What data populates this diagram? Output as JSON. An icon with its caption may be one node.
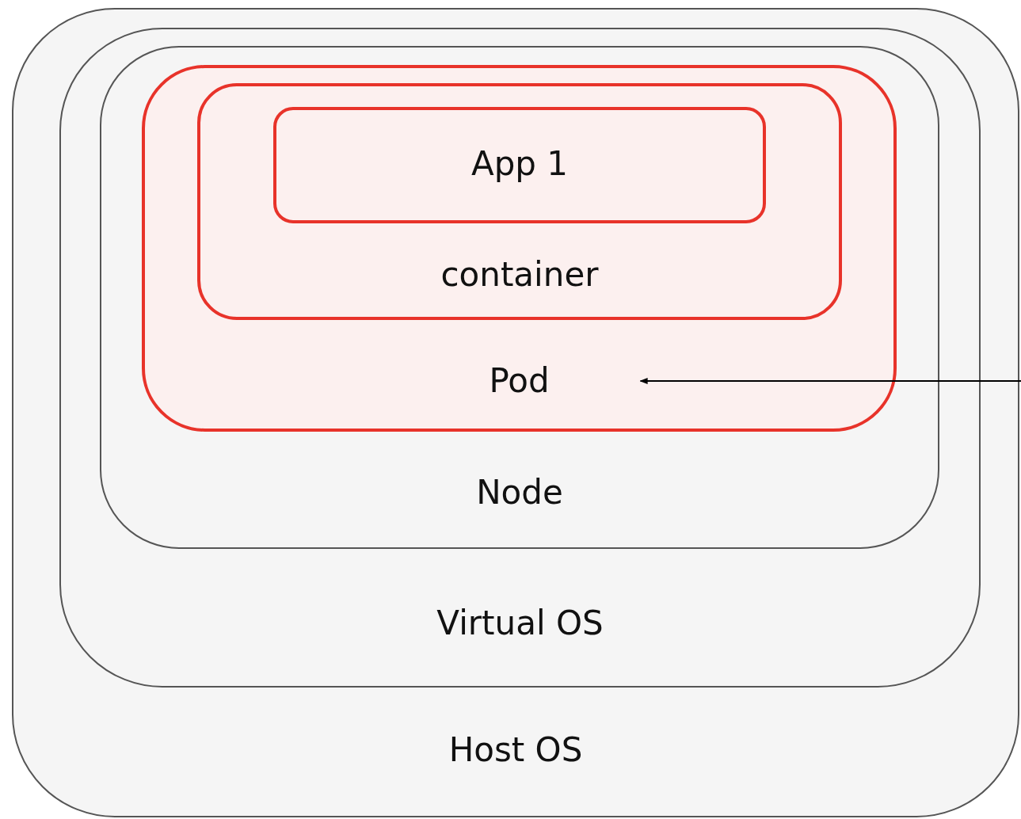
{
  "diagram": {
    "nodes": [
      {
        "text": [
          "Host OS"
        ]
      },
      {
        "text": [
          "Virtual OS"
        ],
        "in": 0
      },
      {
        "text": [
          "Node"
        ],
        "in": 1
      },
      {
        "text": [
          "Pod"
        ],
        "in": 2
      },
      {
        "text": [
          "container"
        ],
        "in": 3
      },
      {
        "text": [
          "App 1"
        ],
        "in": 4
      }
    ],
    "edges": [
      {
        "from": null,
        "to": 3,
        "arrow": "to"
      }
    ]
  }
}
